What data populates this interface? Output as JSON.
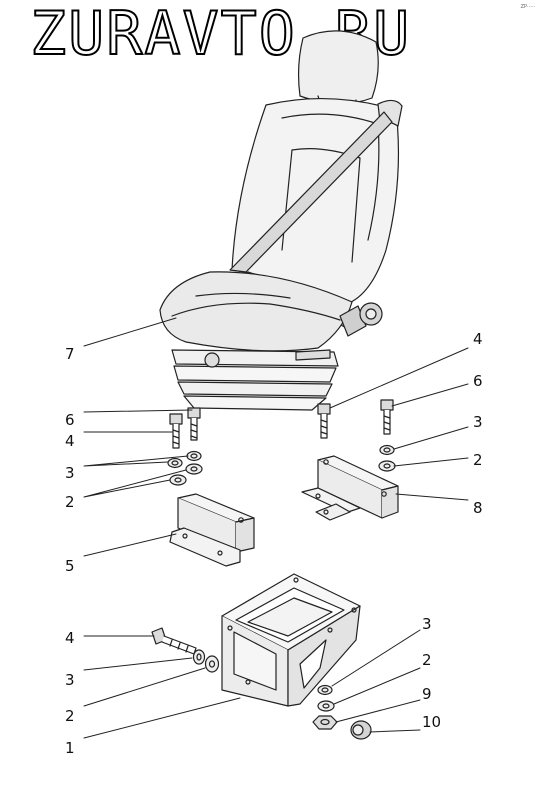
{
  "watermark": "ZURAVTO.RU",
  "corner_note": "ZP·····",
  "callouts": {
    "seat": "7",
    "bolt_left_short": "6",
    "bolt_left_long": "4",
    "spring_washers_left": "3",
    "flat_washers_left": "2",
    "bracket_left": "5",
    "bolt_right_long": "4",
    "bolt_right_short": "6",
    "spring_washer_right": "3",
    "flat_washer_right": "2",
    "bracket_right": "8",
    "bolt_base": "4",
    "spring_washer_base_left": "3",
    "flat_washer_base_left": "2",
    "base_frame": "1",
    "spring_washer_base_right": "3",
    "flat_washer_base_right": "2",
    "nut_hex": "9",
    "nut_cap": "10"
  }
}
